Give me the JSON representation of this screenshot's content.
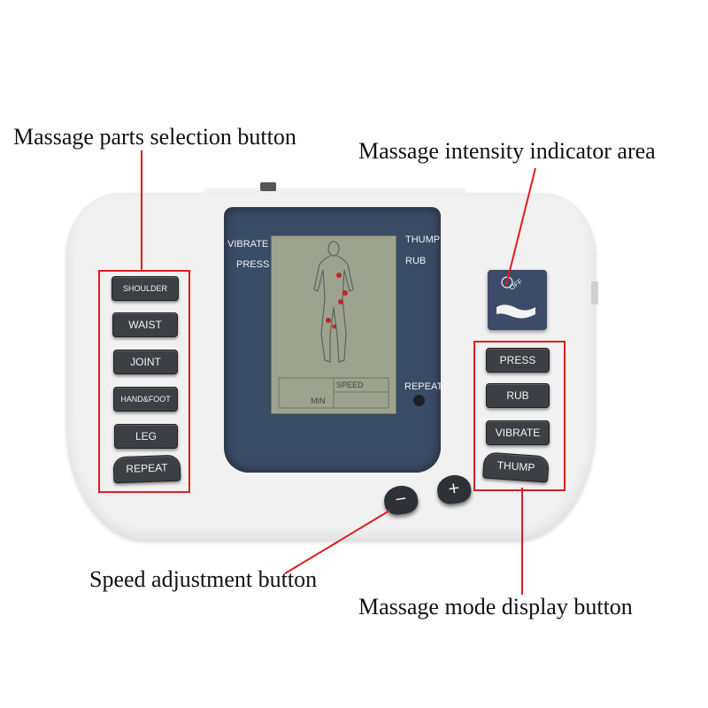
{
  "callouts": {
    "parts_selection": "Massage parts selection button",
    "intensity_indicator": "Massage intensity indicator area",
    "speed_adjustment": "Speed adjustment button",
    "mode_display": "Massage mode display button"
  },
  "lcd": {
    "vibrate": "VIBRATE",
    "press": "PRESS",
    "thump": "THUMP",
    "rub": "RUB",
    "repeat": "REPEAT",
    "speed": "SPEED",
    "min": "MIN"
  },
  "part_buttons": {
    "shoulder": "SHOULDER",
    "waist": "WAIST",
    "joint": "JOINT",
    "hand_foot": "HAND&FOOT",
    "leg": "LEG",
    "repeat": "REPEAT"
  },
  "mode_buttons": {
    "press": "PRESS",
    "rub": "RUB",
    "vibrate": "VIBRATE",
    "thump": "THUMP"
  },
  "indicator_button": {
    "label": "OFF"
  },
  "speed_buttons": {
    "minus": "−",
    "plus": "+"
  },
  "colors": {
    "callout_line": "#e01c1c",
    "device_body": "#f1f1f1",
    "bezel": "#3a4b65",
    "lcd": "#9ea38f",
    "button": "#3c3f44",
    "body_marker": "#c0262a"
  }
}
